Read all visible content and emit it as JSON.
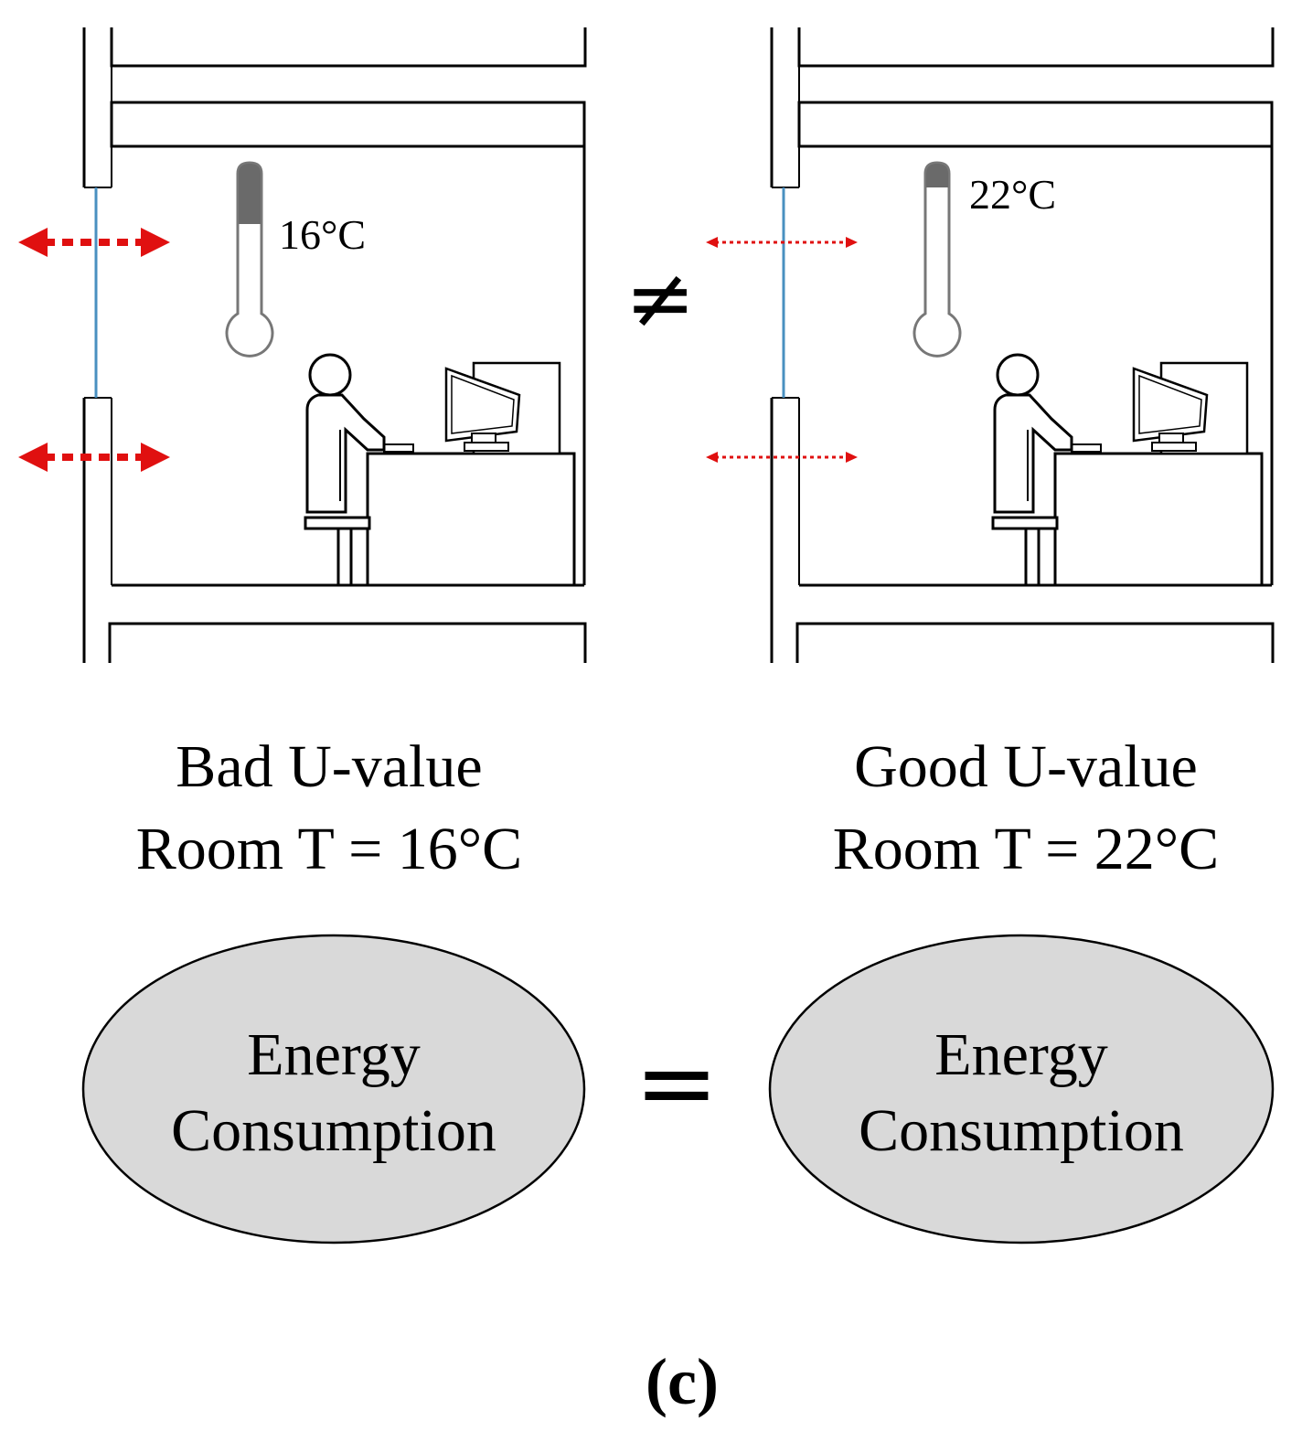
{
  "colors": {
    "wall": "#000000",
    "glass": "#4a90c0",
    "heat_flow": "#e01010",
    "thermometer_fill": "#6a6a6a",
    "ellipse_fill": "#d9d9d9"
  },
  "left_room": {
    "thermometer_reading": "16°C",
    "heat_flow_strength": "strong",
    "caption_line1": "Bad U-value",
    "caption_line2": "Room T = 16°C"
  },
  "right_room": {
    "thermometer_reading": "22°C",
    "heat_flow_strength": "weak",
    "caption_line1": "Good U-value",
    "caption_line2": "Room T = 22°C"
  },
  "rooms_relation_symbol": "≠",
  "energy_relation_symbol": "=",
  "left_ellipse": {
    "line1": "Energy",
    "line2": "Consumption"
  },
  "right_ellipse": {
    "line1": "Energy",
    "line2": "Consumption"
  },
  "panel_label": "(c)",
  "icons": [
    "thermometer-icon",
    "office-worker-icon",
    "computer-monitor-icon",
    "heat-flow-arrow-icon"
  ]
}
